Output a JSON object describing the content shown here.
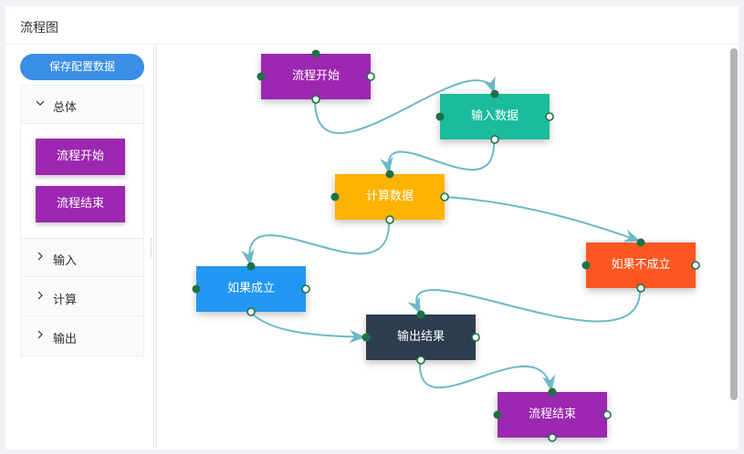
{
  "header": {
    "title": "流程图"
  },
  "toolbar": {
    "save_label": "保存配置数据"
  },
  "palette": {
    "groups": [
      {
        "label": "总体",
        "expanded": true,
        "items": [
          "流程开始",
          "流程结束"
        ]
      },
      {
        "label": "输入",
        "expanded": false
      },
      {
        "label": "计算",
        "expanded": false
      },
      {
        "label": "输出",
        "expanded": false
      }
    ]
  },
  "flow": {
    "nodes": [
      {
        "id": "start",
        "label": "流程开始",
        "color": "#9c27b0"
      },
      {
        "id": "input",
        "label": "输入数据",
        "color": "#1abc9c"
      },
      {
        "id": "calc",
        "label": "计算数据",
        "color": "#ffb300"
      },
      {
        "id": "yes",
        "label": "如果成立",
        "color": "#2196f3"
      },
      {
        "id": "no",
        "label": "如果不成立",
        "color": "#ff5722"
      },
      {
        "id": "output",
        "label": "输出结果",
        "color": "#2c3e50"
      },
      {
        "id": "end",
        "label": "流程结束",
        "color": "#9c27b0"
      }
    ],
    "edges": [
      {
        "from": "start",
        "to": "input"
      },
      {
        "from": "input",
        "to": "calc"
      },
      {
        "from": "calc",
        "to": "no"
      },
      {
        "from": "calc",
        "to": "yes"
      },
      {
        "from": "yes",
        "to": "output"
      },
      {
        "from": "no",
        "to": "output"
      },
      {
        "from": "output",
        "to": "end"
      }
    ]
  },
  "colors": {
    "connector": "#6cb7c9",
    "endpoint_in": "#1e7145",
    "endpoint_out": "#1e7145",
    "primary": "#3a8ee6"
  }
}
